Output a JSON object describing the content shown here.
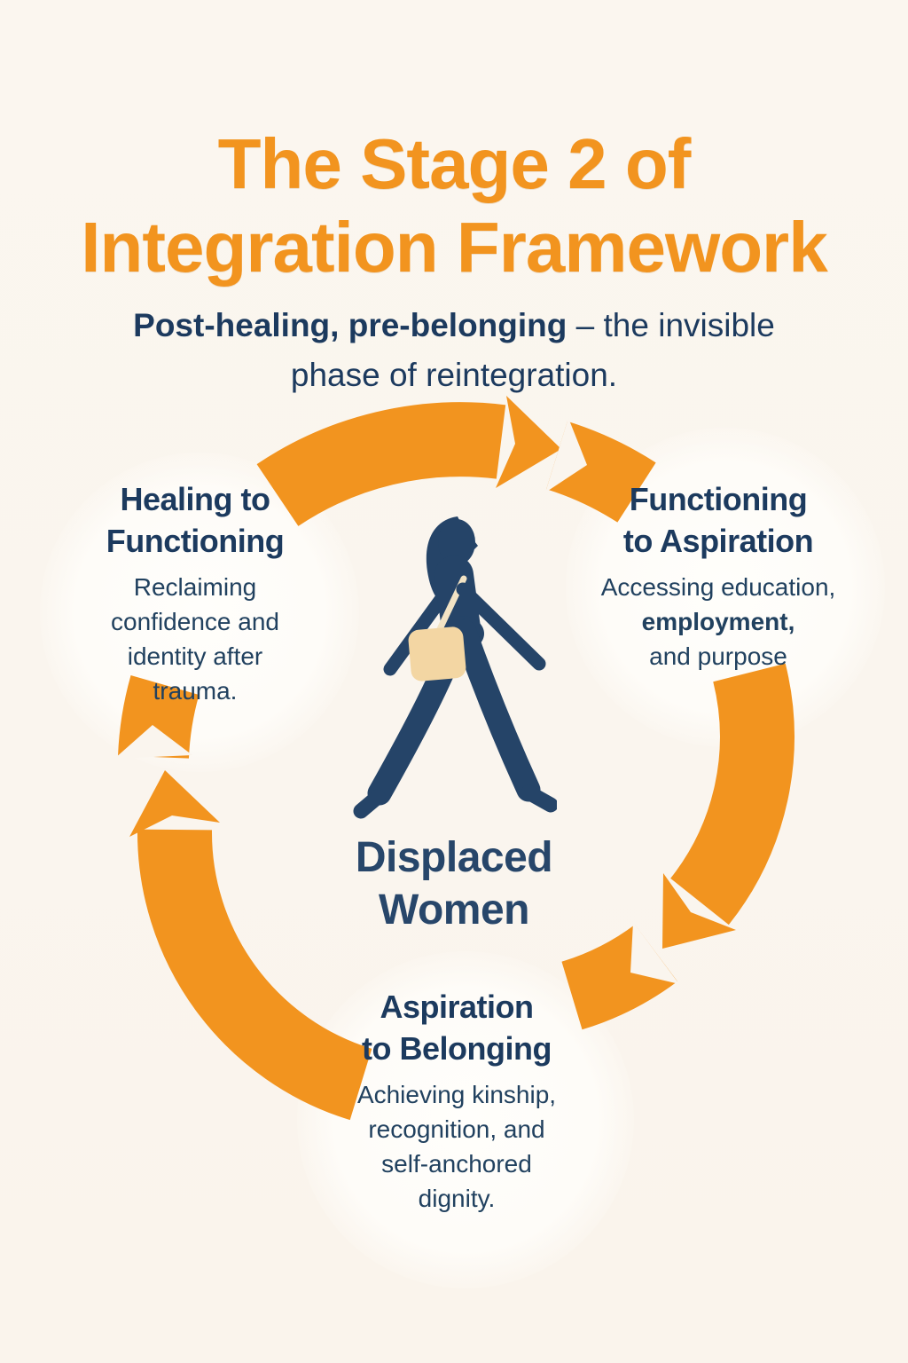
{
  "title": {
    "line1": "The Stage 2 of",
    "line2": "Integration Framework"
  },
  "subtitle": {
    "bold": "Post-healing, pre-belonging",
    "line1_rest": " – the invisible",
    "line2": "phase of reintegration."
  },
  "cycle": {
    "direction": "clockwise",
    "nodes": [
      {
        "id": "healing-to-functioning",
        "heading_line1": "Healing to",
        "heading_line2": "Functioning",
        "body_lines": [
          "Reclaiming",
          "confidence and",
          "identity after",
          "trauma."
        ]
      },
      {
        "id": "functioning-to-aspiration",
        "heading_line1": "Functioning",
        "heading_line2": "to Aspiration",
        "body_lines": [
          "Accessing education,",
          "employment,",
          "and purpose"
        ],
        "bold_body_line_index": 1
      },
      {
        "id": "aspiration-to-belonging",
        "heading_line1": "Aspiration",
        "heading_line2": "to Belonging",
        "body_lines": [
          "Achieving kinship,",
          "recognition, and",
          "self-anchored",
          "dignity."
        ]
      }
    ],
    "center_label": {
      "line1": "Displaced",
      "line2": "Women"
    },
    "icons": {
      "arrows": "curved-cycle-arrow",
      "center": "walking-woman-with-shoulder-bag"
    }
  },
  "colors": {
    "background": "#faf5ee",
    "accent_orange": "#f2941f",
    "heading_navy": "#1c3a5e",
    "body_navy": "#21415f",
    "figure_navy": "#254468",
    "bag_tan": "#f3d6a3",
    "strap_cream": "#f2e3c4"
  }
}
